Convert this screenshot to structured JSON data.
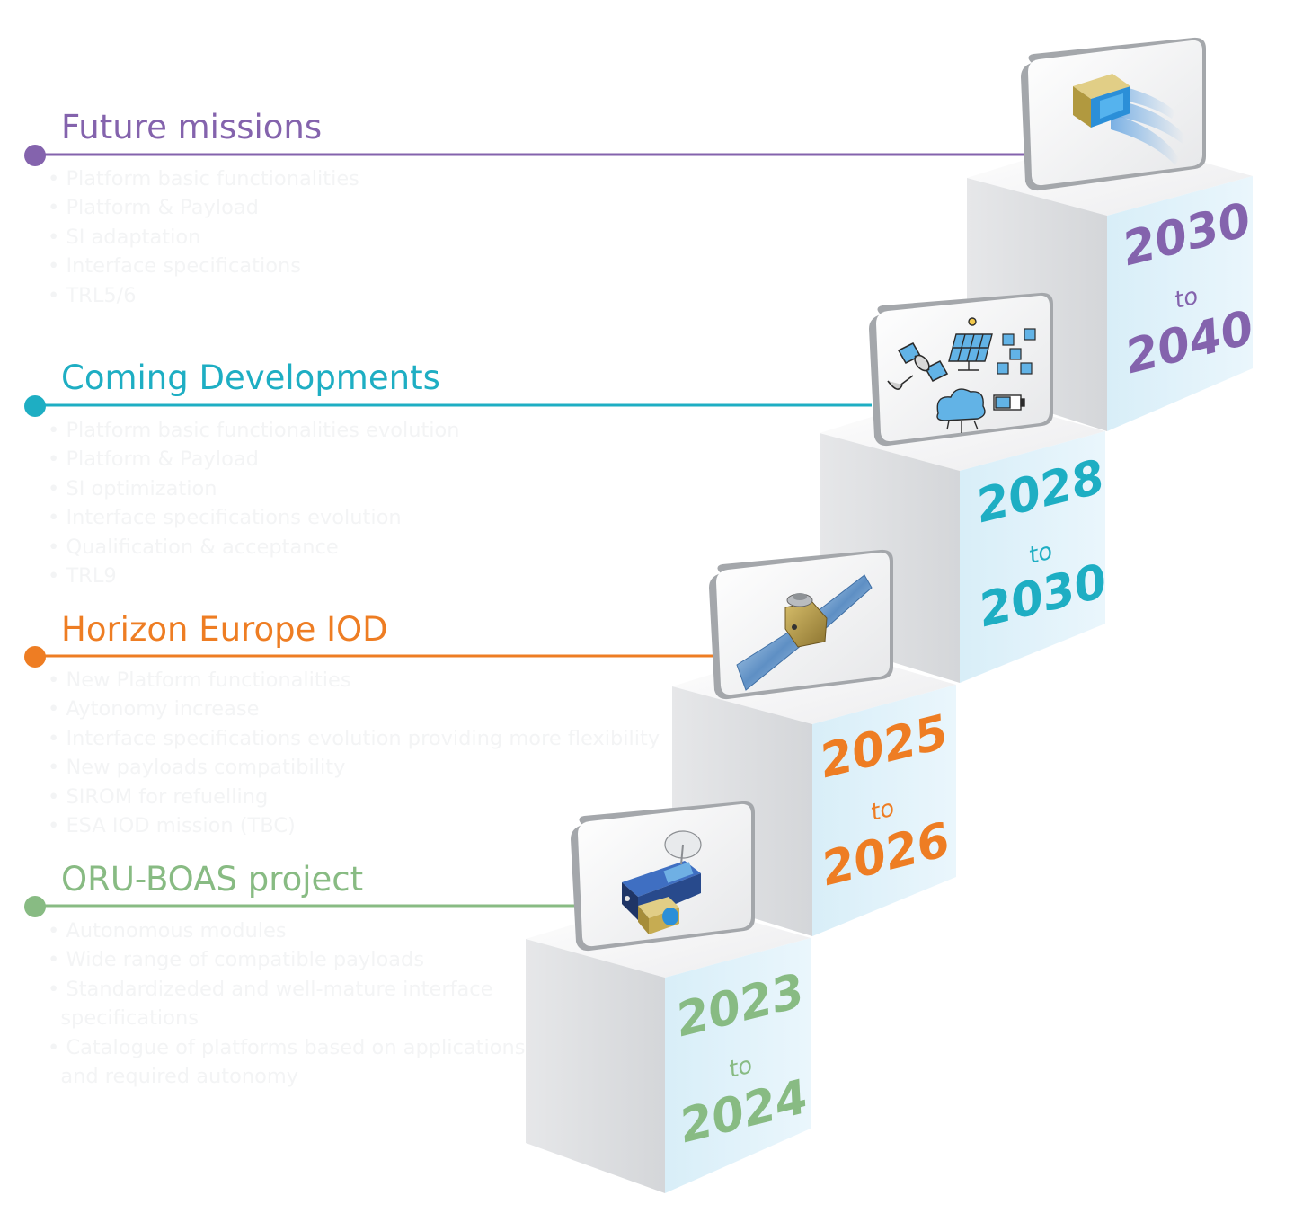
{
  "milestones": [
    {
      "title": "Future missions",
      "color": "#8463ad",
      "items": [
        "Platform basic functionalities",
        "Platform & Payload",
        "SI adaptation",
        "Interface specifications",
        "TRL5/6"
      ],
      "period": {
        "start": "2030",
        "connector": "to",
        "end": "2040"
      },
      "icon": "cube-module-icon"
    },
    {
      "title": "Coming Developments",
      "color": "#1eaec3",
      "items": [
        "Platform basic functionalities evolution",
        "Platform & Payload",
        "SI optimization",
        "Interface specifications evolution",
        "Qualification & acceptance",
        "TRL9"
      ],
      "period": {
        "start": "2028",
        "connector": "to",
        "end": "2030"
      },
      "icon": "technologies-icon"
    },
    {
      "title": "Horizon Europe IOD",
      "color": "#ee7d23",
      "items": [
        "New Platform functionalities",
        "Aytonomy increase",
        "Interface specifications evolution providing more flexibility",
        "New payloads compatibility",
        "SIROM for refuelling",
        "ESA IOD mission (TBC)"
      ],
      "period": {
        "start": "2025",
        "connector": "to",
        "end": "2026"
      },
      "icon": "satellite-icon"
    },
    {
      "title": "ORU-BOAS project",
      "color": "#88bb83",
      "items": [
        "Autonomous modules",
        "Wide range of compatible payloads",
        "Standardizeded and well-mature interface",
        "specifications",
        "Catalogue of platforms based on applications",
        "and required autonomy"
      ],
      "period": {
        "start": "2023",
        "connector": "to",
        "end": "2024"
      },
      "icon": "modular-spacecraft-icon"
    }
  ]
}
